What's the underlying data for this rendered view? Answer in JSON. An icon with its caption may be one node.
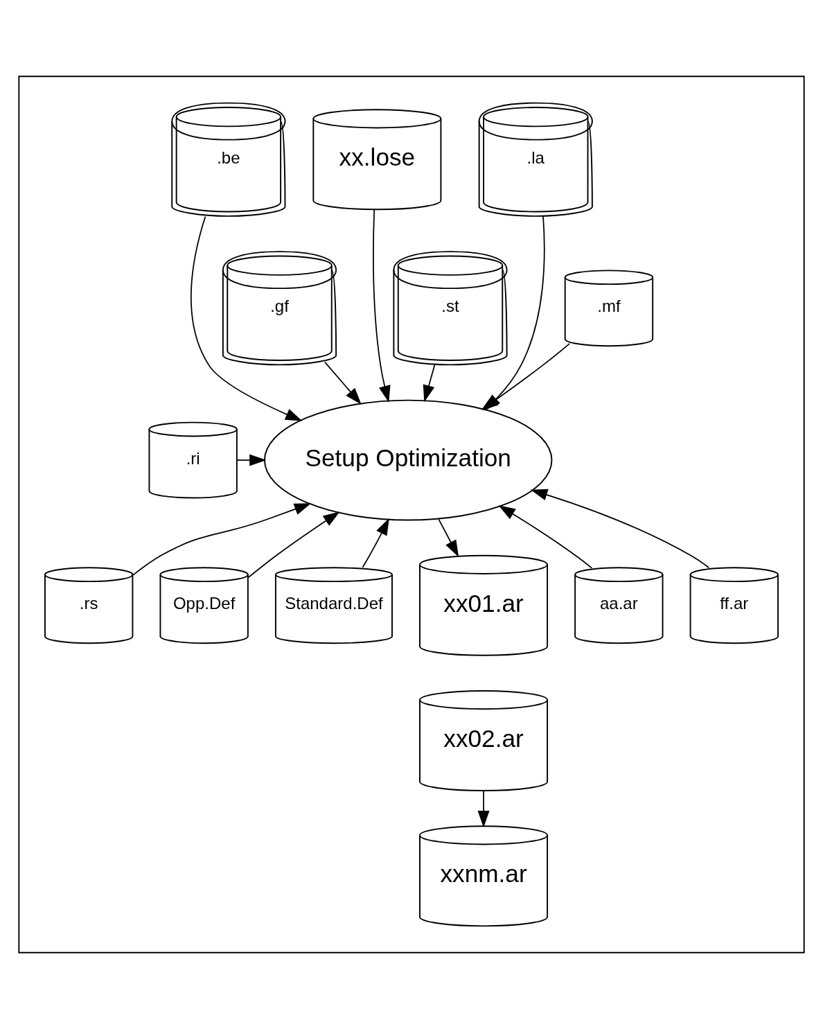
{
  "diagram": {
    "nodes": [
      {
        "text": [],
        "shape": "box"
      },
      {
        "text": [
          "xx.lose"
        ],
        "in": 0
      },
      {
        "text": [
          ".be"
        ],
        "in": 0
      },
      {
        "text": [
          ".la"
        ],
        "in": 0
      },
      {
        "text": [
          ".gf"
        ],
        "in": 0
      },
      {
        "text": [
          ".st"
        ],
        "in": 0
      },
      {
        "text": [
          ".mf"
        ],
        "in": 0
      },
      {
        "text": [
          "Setup Optimization"
        ],
        "in": 0
      },
      {
        "text": [
          ".ri"
        ],
        "in": 0
      },
      {
        "text": [
          "ff.ar"
        ],
        "in": 0
      },
      {
        "text": [
          ".rs"
        ],
        "in": 0
      },
      {
        "text": [
          "xx01.ar"
        ],
        "in": 0
      },
      {
        "text": [
          "aa.ar"
        ],
        "in": 0
      },
      {
        "text": [
          "Opp.Def"
        ],
        "in": 0
      },
      {
        "text": [
          "xx02.ar"
        ],
        "in": 0
      },
      {
        "text": [
          "Standard.Def"
        ],
        "in": 0
      },
      {
        "text": [
          "xxnm.ar"
        ],
        "in": 0
      }
    ],
    "edges": [
      {
        "from": 1,
        "to": 7,
        "arrow": "to"
      },
      {
        "from": 2,
        "to": 7,
        "arrow": "to"
      },
      {
        "from": 3,
        "to": 7,
        "arrow": "to"
      },
      {
        "from": 4,
        "to": 7,
        "arrow": "to"
      },
      {
        "from": 5,
        "to": 7,
        "arrow": "to"
      },
      {
        "from": 6,
        "to": 7,
        "arrow": "to"
      },
      {
        "from": 8,
        "to": 7,
        "arrow": "to"
      },
      {
        "from": 9,
        "to": 7,
        "arrow": "to"
      },
      {
        "from": 10,
        "to": 7,
        "arrow": "to"
      },
      {
        "from": 12,
        "to": 7,
        "arrow": "to"
      },
      {
        "from": 13,
        "to": 7,
        "arrow": "to"
      },
      {
        "from": 15,
        "to": 7,
        "arrow": "to"
      },
      {
        "from": 7,
        "to": 11,
        "arrow": "to"
      },
      {
        "from": 14,
        "to": 16,
        "arrow": "to"
      }
    ]
  }
}
